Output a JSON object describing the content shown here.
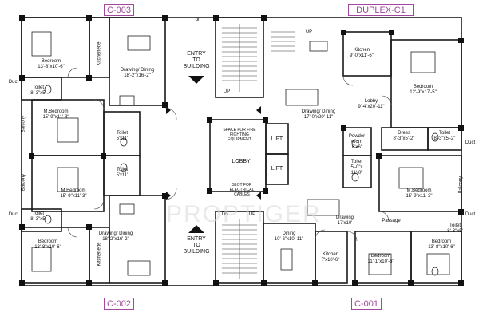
{
  "tags": {
    "c003": "C-003",
    "duplex": "DUPLEX-C1",
    "c002": "C-002",
    "c001": "C-001"
  },
  "rooms": {
    "tl_bedroom": {
      "name": "Bedroom",
      "dim": "13'-8\"x10'-6\""
    },
    "tl_kitchenette": {
      "name": "Kitchenette"
    },
    "tl_drawing": {
      "name": "Drawing/ Dining",
      "dim": "18'-2\"x16'-2\""
    },
    "tl_toilet": {
      "name": "Toilet",
      "dim": "8'-3\"x5'"
    },
    "tl_mbed": {
      "name": "M.Bedroom",
      "dim": "15'-9\"x11'-3\""
    },
    "tl_toilet2": {
      "name": "Toilet",
      "dim": "5'x11'"
    },
    "bl_toilet2": {
      "name": "Toilet",
      "dim": "5'x11'"
    },
    "bl_mbed": {
      "name": "M.Bedroom",
      "dim": "15'-9\"x11'-3\""
    },
    "bl_toilet": {
      "name": "Toilet",
      "dim": "8'-3\"x5'"
    },
    "bl_drawing": {
      "name": "Drawing/ Dining",
      "dim": "18'-2\"x16'-2\""
    },
    "bl_bedroom": {
      "name": "Bedroom",
      "dim": "13'-8\"x10'-6\""
    },
    "bl_kitchenette": {
      "name": "Kitchenette"
    },
    "balcony_top": "Balcony",
    "balcony_bot": "Balcony",
    "balcony_right": "Balcony",
    "duct_tl": "Duct",
    "duct_bl": "Duct",
    "duct_r": "Duct",
    "duct_br": "Duct",
    "dn_top": "dn",
    "up_top": "UP",
    "dn_bot": "DN",
    "up_bot": "UP",
    "entry_top": [
      "ENTRY",
      "TO",
      "BUILDING"
    ],
    "entry_bot": [
      "ENTRY",
      "TO",
      "BUILDING"
    ],
    "fire_space": [
      "SPACE FOR FIRE",
      "FIGHTING",
      "EQUIPMENT"
    ],
    "lobby_center": "LOBBY",
    "slot": [
      "SLOT FOR",
      "ELECTRICAL",
      "CABLES"
    ],
    "lift1": "LIFT",
    "lift2": "LIFT",
    "up_duplex": "UP",
    "r_kitchen": {
      "name": "Kitchen",
      "dim": "9'-0\"x11'-6\""
    },
    "r_bedroom": {
      "name": "Bedroom",
      "dim": "12'-9\"x17'-5\""
    },
    "r_lobby": {
      "name": "Lobby",
      "dim": "9'-4\"x20'-11\""
    },
    "r_drawing": {
      "name": "Drawing/ Dining",
      "dim": "17'-0\"x20'-11\""
    },
    "r_powder": {
      "name": "Powder",
      "dim": "room",
      "dim2": "6'x6'"
    },
    "r_dress": {
      "name": "Dress",
      "dim": "8'-3\"x5'-2\""
    },
    "r_toilet_a": {
      "name": "Toilet",
      "dim": "8'-3\"x5'-2\""
    },
    "r_toilet_b": {
      "name": "Toilet",
      "dim": "5'-0\"x",
      "dim2": "11'-0\""
    },
    "r_mbed": {
      "name": "M.Bedroom",
      "dim": "15'-9\"x11'-3\""
    },
    "br_drawing": {
      "name": "Drawing",
      "dim": "17'x10'"
    },
    "br_passage": {
      "name": "Passage"
    },
    "br_dining": {
      "name": "Dining",
      "dim": "10'-6\"x10'-11\""
    },
    "br_kitchen": {
      "name": "Kitchen",
      "dim": "7'x10'-6\""
    },
    "br_bedroom1": {
      "name": "Bedroom",
      "dim": "11'-1\"x10'-6\""
    },
    "br_bedroom2": {
      "name": "Bedroom",
      "dim": "13'-8\"x10'-6\""
    },
    "br_toilet": {
      "name": "Toilet",
      "dim": "8'-3\"x5'"
    }
  },
  "watermark": "PROPTIGER",
  "colors": {
    "tag": "#a2479d",
    "wall": "#1a1a1a",
    "line": "#333333"
  }
}
